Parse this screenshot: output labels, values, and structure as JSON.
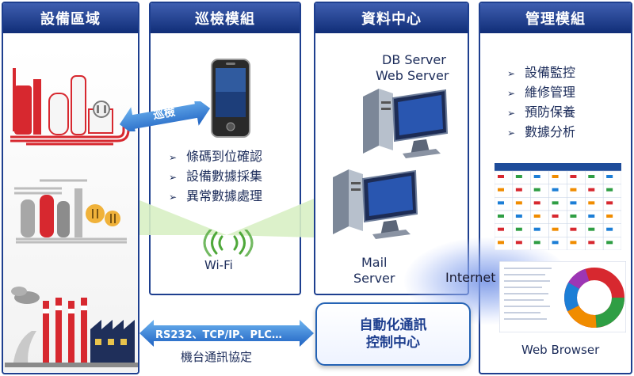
{
  "panels": {
    "equipment": {
      "title": "設備區域"
    },
    "inspection": {
      "title": "巡檢模組",
      "bullets": [
        "條碼到位確認",
        "設備數據採集",
        "異常數據處理"
      ]
    },
    "datacenter": {
      "title": "資料中心"
    },
    "management": {
      "title": "管理模組",
      "bullets": [
        "設備監控",
        "維修管理",
        "預防保養",
        "數據分析"
      ]
    }
  },
  "labels": {
    "inspect_arrow": "巡檢",
    "wifi": "Wi-Fi",
    "db_server": "DB Server",
    "web_server": "Web Server",
    "mail": "Mail",
    "server": "Server",
    "internet": "Internet",
    "web_browser": "Web Browser",
    "protocol_arrow": "RS232、TCP/IP、PLC…",
    "protocol_caption": "機台通訊協定",
    "control_line1": "自動化通訊",
    "control_line2": "控制中心"
  },
  "colors": {
    "panel_border": "#1e3f8f",
    "header_top": "#3f5fb0",
    "header_bottom": "#102d77",
    "arrow_blue": "#2f7fd8",
    "plant_red": "#d7282f",
    "beam_green": "#d8f0c4"
  },
  "icons": [
    "smartphone-icon",
    "wifi-icon",
    "server-monitor-icon",
    "plant-icon",
    "factory-icon",
    "donut-chart-icon",
    "calendar-grid-icon"
  ]
}
